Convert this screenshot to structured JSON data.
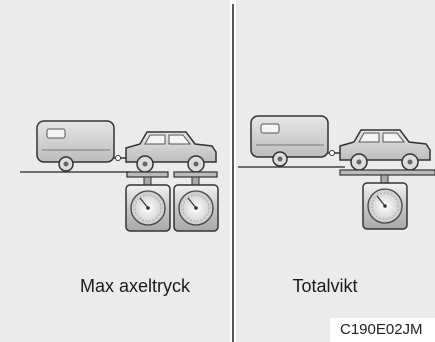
{
  "panels": {
    "left": {
      "caption": "Max axeltryck"
    },
    "right": {
      "caption": "Totalvikt"
    }
  },
  "figure_code": "C190E02JM",
  "colors": {
    "background": "#ebebeb",
    "vehicle_fill": "#cfcfcf",
    "outline": "#333333"
  }
}
